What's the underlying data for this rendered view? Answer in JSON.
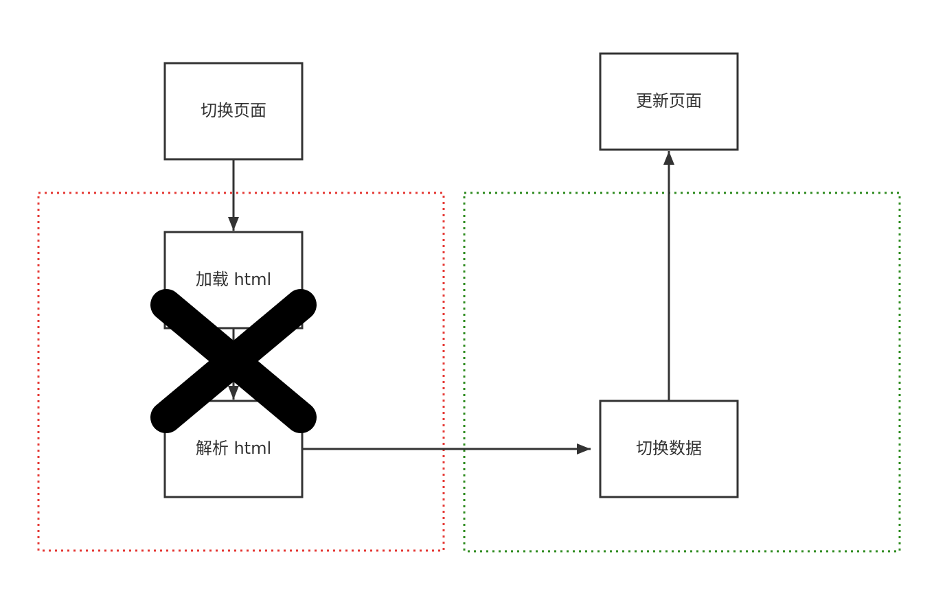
{
  "nodes": {
    "switch_page": "切换页面",
    "load_html": "加载 html",
    "parse_html": "解析 html",
    "switch_data": "切换数据",
    "update_page": "更新页面"
  },
  "groups": {
    "legacy_flow": {
      "border_color": "#e53935",
      "style": "dotted",
      "status": "crossed-out"
    },
    "spa_flow": {
      "border_color": "#2e8b1f",
      "style": "dotted"
    }
  },
  "icons": {
    "cross": "x-mark-icon",
    "arrow": "arrowhead"
  },
  "colors": {
    "node_border": "#333333",
    "text": "#333333",
    "cross": "#000000"
  }
}
